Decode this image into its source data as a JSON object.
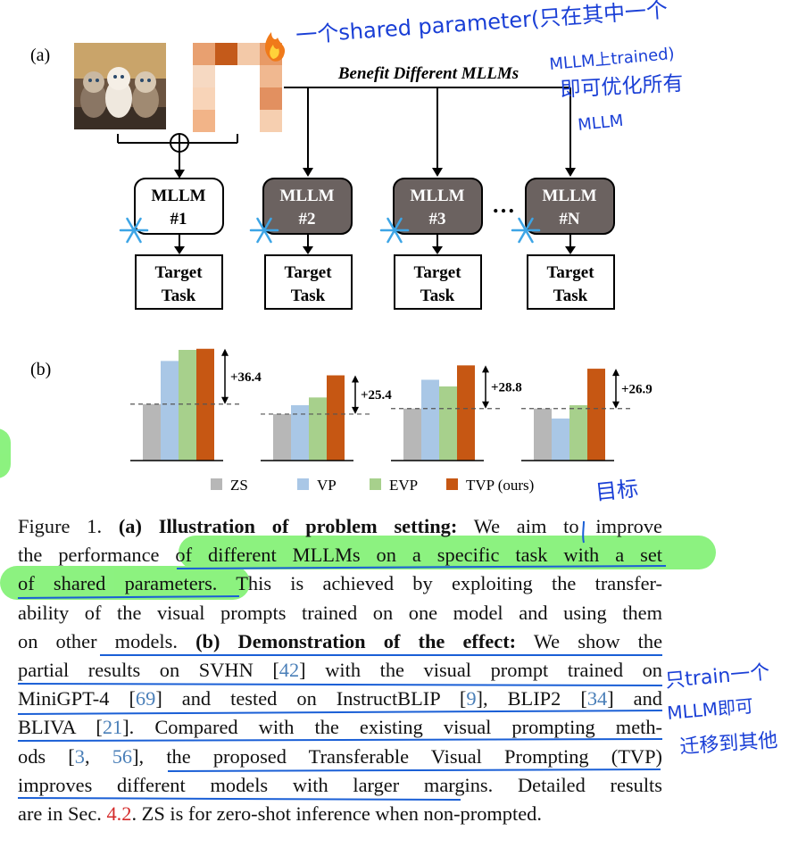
{
  "panel_a": {
    "label": "(a)",
    "benefit_label": "Benefit Different MLLMs",
    "models": [
      {
        "line1": "MLLM",
        "line2": "#1",
        "style": "trained"
      },
      {
        "line1": "MLLM",
        "line2": "#2",
        "style": "other"
      },
      {
        "line1": "MLLM",
        "line2": "#3",
        "style": "other"
      },
      {
        "line1": "MLLM",
        "line2": "#N",
        "style": "other"
      }
    ],
    "ellipsis": "…",
    "target_line1": "Target",
    "target_line2": "Task",
    "icons": [
      "cats-image",
      "visual-prompt-grid",
      "fire-icon",
      "snowflake-icon",
      "oplus-icon"
    ]
  },
  "panel_b": {
    "label": "(b)",
    "legend": [
      {
        "name": "ZS",
        "color": "#b7b7b7"
      },
      {
        "name": "VP",
        "color": "#a9c7e6"
      },
      {
        "name": "EVP",
        "color": "#a7d08c"
      },
      {
        "name": "TVP (ours)",
        "color": "#c65713"
      }
    ]
  },
  "chart_data": {
    "type": "bar",
    "series": [
      "ZS",
      "VP",
      "EVP",
      "TVP (ours)"
    ],
    "groups": [
      {
        "values": [
          51,
          90,
          100,
          101
        ],
        "annotation": "+36.4"
      },
      {
        "values": [
          42,
          50,
          57,
          77
        ],
        "annotation": "+25.4"
      },
      {
        "values": [
          47,
          73,
          67,
          86
        ],
        "annotation": "+28.8"
      },
      {
        "values": [
          47,
          38,
          50,
          83
        ],
        "annotation": "+26.9"
      }
    ],
    "baseline_dashed": true
  },
  "handwriting": {
    "top1": "一个shared parameter(只在其中一个",
    "top2": "MLLM上trained)",
    "top3": "即可优化所有",
    "top4": "MLLM",
    "goal": "目标",
    "side1": "只train一个",
    "side2": "MLLM即可",
    "side3": "迁移到其他"
  },
  "caption": {
    "l1a": "Figure 1. ",
    "l1b": "(a) Illustration of problem setting:",
    "l1c": " We aim to improve",
    "l2": "the performance of different MLLMs on a specific task with a set",
    "l3": "of shared parameters. This is achieved by exploiting the transfer-",
    "l4": "ability of the visual prompts trained on one model and using them",
    "l5a": "on other models.  ",
    "l5b": "(b) Demonstration of the effect:",
    "l5c": " We show the",
    "l6a": "partial results on SVHN [",
    "r42": "42",
    "l6b": "] with the visual prompt trained on",
    "l7a": "MiniGPT-4 [",
    "r69": "69",
    "l7b": "] and tested on InstructBLIP [",
    "r9": "9",
    "l7c": "], BLIP2 [",
    "r34": "34",
    "l7d": "] and",
    "l8a": "BLIVA [",
    "r21": "21",
    "l8b": "]. Compared with the existing visual prompting meth-",
    "l9a": "ods [",
    "r3": "3",
    "l9b": ", ",
    "r56": "56",
    "l9c": "], the proposed Transferable Visual Prompting (TVP)",
    "l10": "improves different models with larger margins.  Detailed results",
    "l11a": "are in Sec. ",
    "rsec": "4.2",
    "l11b": ". ZS is for zero-shot inference when non-prompted."
  }
}
